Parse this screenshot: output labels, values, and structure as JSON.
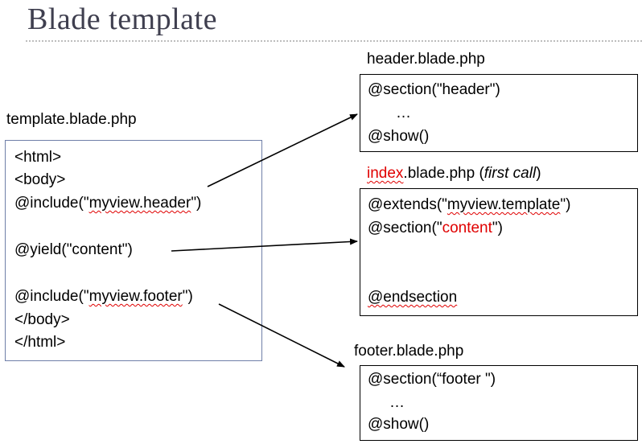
{
  "title": "Blade template",
  "template_file": {
    "label": "template.blade.php",
    "lines": {
      "html_open": "<html>",
      "body_open": "<body>",
      "include_header_pre": "@include(\"",
      "include_header_name": "myview.header",
      "include_header_post": "\")",
      "yield_content": "@yield(\"content\")",
      "include_footer_pre": "@include(\"",
      "include_footer_name": "myview.footer",
      "include_footer_post": "\")",
      "body_close": "</body>",
      "html_close": "</html>"
    }
  },
  "header_file": {
    "label": "header.blade.php",
    "section": "@section(\"header\")",
    "ellipsis": "…",
    "show": "@show()"
  },
  "index_file": {
    "label_red": "index",
    "label_rest": ".blade.php (",
    "label_italic": "first call",
    "label_close": ")",
    "extends_pre": "@extends(\"",
    "extends_name": "myview.template",
    "extends_post": "\")",
    "section_pre": "@section(\"",
    "section_name": "content",
    "section_post": "\")",
    "endsection": "@endsection"
  },
  "footer_file": {
    "label": "footer.blade.php",
    "section": "@section(“footer  \")",
    "ellipsis": "…",
    "show": "@show()"
  }
}
